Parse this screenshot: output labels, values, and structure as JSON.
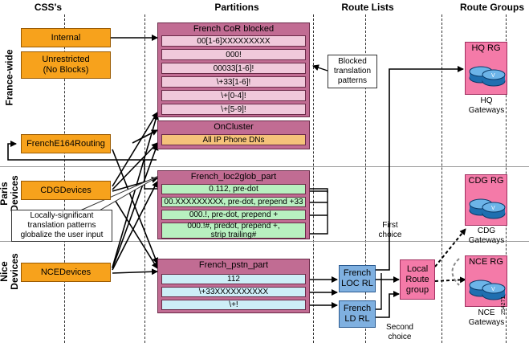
{
  "headers": {
    "css": "CSS's",
    "partitions": "Partitions",
    "route_lists": "Route Lists",
    "route_groups": "Route Groups"
  },
  "regions": {
    "france": "France-wide",
    "paris": [
      "Paris",
      "Devices"
    ],
    "nice": [
      "Nice",
      "Devices"
    ]
  },
  "css_boxes": {
    "internal": "Internal",
    "unrestricted": [
      "Unrestricted",
      "(No Blocks)"
    ],
    "e164": "FrenchE164Routing",
    "cdg": "CDGDevices",
    "nce": "NCEDevices"
  },
  "partitions": {
    "cor_blocked": {
      "title": "French CoR blocked",
      "rows": [
        "00[1-6]XXXXXXXXX",
        "000!",
        "00033[1-6]!",
        "\\+33[1-6]!",
        "\\+[0-4]!",
        "\\+[5-9]!"
      ]
    },
    "oncluster": {
      "title": "OnCluster",
      "rows": [
        "All IP Phone DNs"
      ]
    },
    "loc2glob": {
      "title": "French_loc2glob_part",
      "rows": [
        "0.112, pre-dot",
        "00.XXXXXXXXX, pre-dot, prepend +33",
        "000.!, pre-dot, prepend +",
        [
          "000.!#, predot, prepend +,",
          "strip trailing#"
        ]
      ]
    },
    "pstn": {
      "title": "French_pstn_part",
      "rows": [
        "112",
        "\\+33XXXXXXXXXX",
        "\\+!"
      ]
    }
  },
  "notes": {
    "blocked": [
      "Blocked",
      "translation",
      "patterns"
    ],
    "locally": [
      "Locally-significant",
      "translation patterns",
      "globalize the user input"
    ]
  },
  "route_lists": {
    "loc": [
      "French",
      "LOC RL"
    ],
    "ld": [
      "French",
      "LD RL"
    ]
  },
  "local_route_group": [
    "Local",
    "Route",
    "group"
  ],
  "choices": {
    "first": [
      "First",
      "choice"
    ],
    "second": [
      "Second",
      "choice"
    ]
  },
  "route_groups": {
    "hq": {
      "title": "HQ RG",
      "label": [
        "HQ",
        "Gateways"
      ]
    },
    "cdg": {
      "title": "CDG RG",
      "label": [
        "CDG",
        "Gateways"
      ]
    },
    "nce": {
      "title": "NCE RG",
      "label": [
        "NCE",
        "Gateways"
      ]
    }
  },
  "figure_id": "254271",
  "colors": {
    "css_box": "#f7a21c",
    "partition": "#c16c93",
    "partition_row": "#f0c9db",
    "loc2glob_row": "#b8f0c0",
    "pstn_row": "#cdeef7",
    "route_list": "#7fb0e0",
    "route_group": "#f47aa8"
  }
}
